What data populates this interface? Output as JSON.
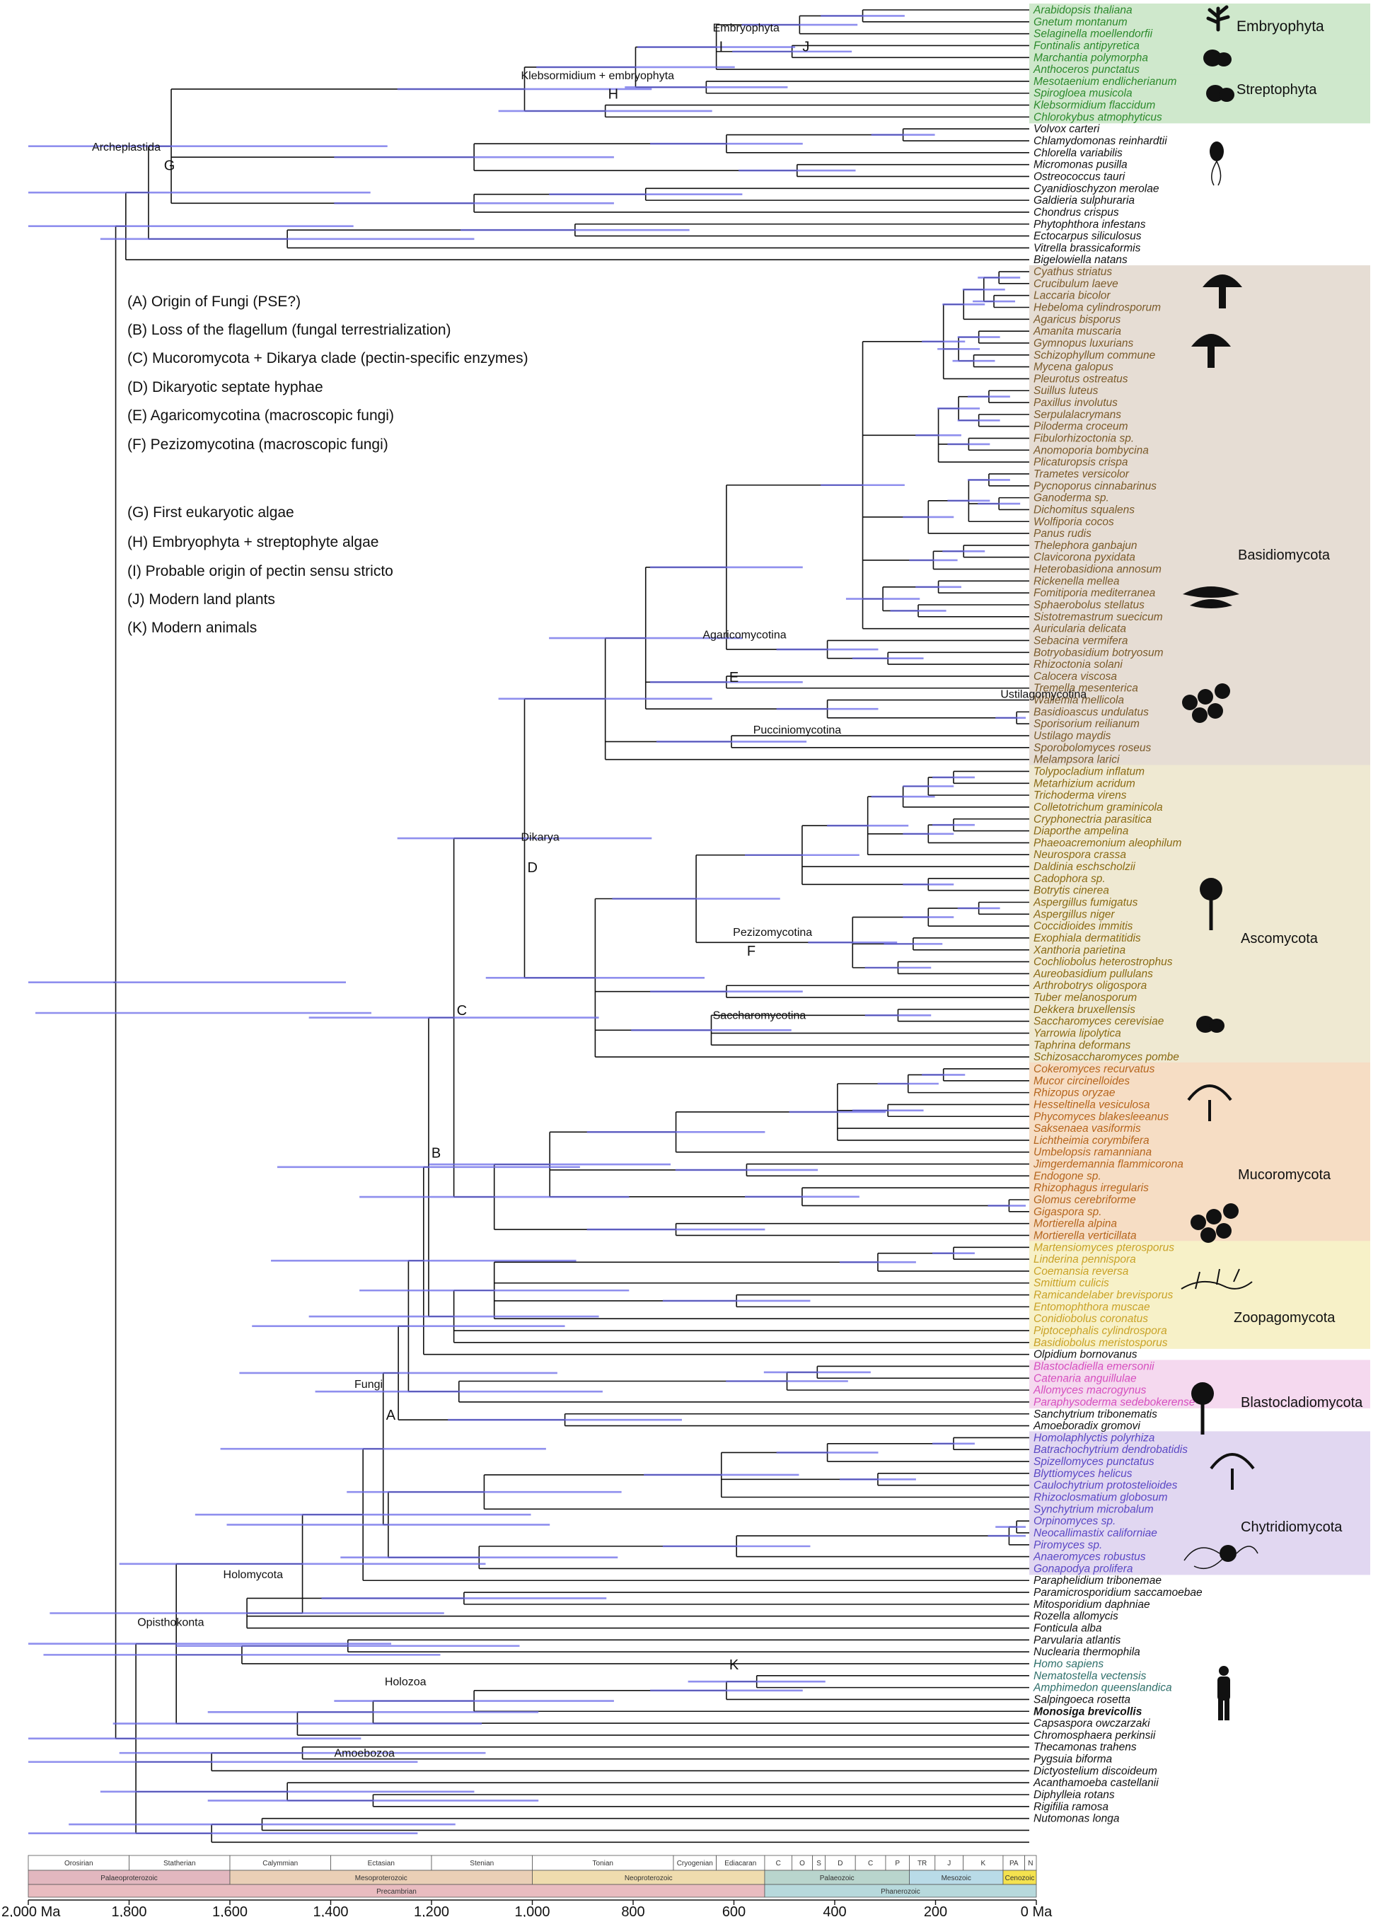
{
  "colors": {
    "branch": "#111111",
    "interval": "#6a6ae8",
    "green_bg": "#cfe8cc",
    "brown_bg": "#e6ddd4",
    "olive_bg": "#efe9d2",
    "orange_bg": "#f6ddc4",
    "yellow_bg": "#f7f1c8",
    "pink_bg": "#f5d9ef",
    "purple_bg": "#e1d7f1",
    "green_text": "#2d8a2d",
    "brown_text": "#7a5a2a",
    "olive_text": "#8a6a14",
    "orange_text": "#b5651d",
    "yellow_text": "#c9a227",
    "pink_text": "#d64fbf",
    "purple_text": "#5a47c4",
    "black_text": "#111111"
  },
  "leaves": [
    {
      "name": "Arabidopsis thaliana",
      "color": "green"
    },
    {
      "name": "Gnetum montanum",
      "color": "green"
    },
    {
      "name": "Selaginella moellendorfii",
      "color": "green"
    },
    {
      "name": "Fontinalis antipyretica",
      "color": "green"
    },
    {
      "name": "Marchantia polymorpha",
      "color": "green"
    },
    {
      "name": "Anthoceros punctatus",
      "color": "green"
    },
    {
      "name": "Mesotaenium endlicherianum",
      "color": "green"
    },
    {
      "name": "Spirogloea musicola",
      "color": "green"
    },
    {
      "name": "Klebsormidium flaccidum",
      "color": "green"
    },
    {
      "name": "Chlorokybus atmophyticus",
      "color": "green"
    },
    {
      "name": "Volvox carteri",
      "color": "black"
    },
    {
      "name": "Chlamydomonas reinhardtii",
      "color": "black"
    },
    {
      "name": "Chlorella variabilis",
      "color": "black"
    },
    {
      "name": "Micromonas pusilla",
      "color": "black"
    },
    {
      "name": "Ostreococcus tauri",
      "color": "black"
    },
    {
      "name": "Cyanidioschyzon merolae",
      "color": "black"
    },
    {
      "name": "Galdieria sulphuraria",
      "color": "black"
    },
    {
      "name": "Chondrus crispus",
      "color": "black"
    },
    {
      "name": "Phytophthora infestans",
      "color": "black"
    },
    {
      "name": "Ectocarpus siliculosus",
      "color": "black"
    },
    {
      "name": "Vitrella brassicaformis",
      "color": "black"
    },
    {
      "name": "Bigelowiella natans",
      "color": "black"
    },
    {
      "name": "Cyathus striatus",
      "color": "brown"
    },
    {
      "name": "Crucibulum laeve",
      "color": "brown"
    },
    {
      "name": "Laccaria bicolor",
      "color": "brown"
    },
    {
      "name": "Hebeloma cylindrosporum",
      "color": "brown"
    },
    {
      "name": "Agaricus bisporus",
      "color": "brown"
    },
    {
      "name": "Amanita muscaria",
      "color": "brown"
    },
    {
      "name": "Gymnopus luxurians",
      "color": "brown"
    },
    {
      "name": "Schizophyllum commune",
      "color": "brown"
    },
    {
      "name": "Mycena galopus",
      "color": "brown"
    },
    {
      "name": "Pleurotus ostreatus",
      "color": "brown"
    },
    {
      "name": "Suillus luteus",
      "color": "brown"
    },
    {
      "name": "Paxillus involutus",
      "color": "brown"
    },
    {
      "name": "Serpulalacrymans",
      "color": "brown"
    },
    {
      "name": "Piloderma croceum",
      "color": "brown"
    },
    {
      "name": "Fibulorhizoctonia sp.",
      "color": "brown"
    },
    {
      "name": "Anomoporia bombycina",
      "color": "brown"
    },
    {
      "name": "Plicaturopsis crispa",
      "color": "brown"
    },
    {
      "name": "Trametes versicolor",
      "color": "brown"
    },
    {
      "name": "Pycnoporus cinnabarinus",
      "color": "brown"
    },
    {
      "name": "Ganoderma sp.",
      "color": "brown"
    },
    {
      "name": "Dichomitus squalens",
      "color": "brown"
    },
    {
      "name": "Wolfiporia cocos",
      "color": "brown"
    },
    {
      "name": "Panus rudis",
      "color": "brown"
    },
    {
      "name": "Thelephora ganbajun",
      "color": "brown"
    },
    {
      "name": "Clavicorona pyxidata",
      "color": "brown"
    },
    {
      "name": "Heterobasidiona annosum",
      "color": "brown"
    },
    {
      "name": "Rickenella mellea",
      "color": "brown"
    },
    {
      "name": "Fomitiporia mediterranea",
      "color": "brown"
    },
    {
      "name": "Sphaerobolus stellatus",
      "color": "brown"
    },
    {
      "name": "Sistotremastrum suecicum",
      "color": "brown"
    },
    {
      "name": "Auricularia delicata",
      "color": "brown"
    },
    {
      "name": "Sebacina vermifera",
      "color": "brown"
    },
    {
      "name": "Botryobasidium botryosum",
      "color": "brown"
    },
    {
      "name": "Rhizoctonia solani",
      "color": "brown"
    },
    {
      "name": "Calocera viscosa",
      "color": "brown"
    },
    {
      "name": "Tremella mesenterica",
      "color": "brown"
    },
    {
      "name": "Wallemia mellicola",
      "color": "brown"
    },
    {
      "name": "Basidioascus undulatus",
      "color": "brown"
    },
    {
      "name": "Sporisorium reilianum",
      "color": "brown"
    },
    {
      "name": "Ustilago maydis",
      "color": "brown"
    },
    {
      "name": "Sporobolomyces roseus",
      "color": "brown"
    },
    {
      "name": "Melampsora larici",
      "color": "brown"
    },
    {
      "name": "Tolypocladium inflatum",
      "color": "olive"
    },
    {
      "name": "Metarhizium acridum",
      "color": "olive"
    },
    {
      "name": "Trichoderma virens",
      "color": "olive"
    },
    {
      "name": "Colletotrichum graminicola",
      "color": "olive"
    },
    {
      "name": "Cryphonectria parasitica",
      "color": "olive"
    },
    {
      "name": "Diaporthe ampelina",
      "color": "olive"
    },
    {
      "name": "Phaeoacremonium aleophilum",
      "color": "olive"
    },
    {
      "name": "Neurospora crassa",
      "color": "olive"
    },
    {
      "name": "Daldinia eschscholzii",
      "color": "olive"
    },
    {
      "name": "Cadophora sp.",
      "color": "olive"
    },
    {
      "name": "Botrytis cinerea",
      "color": "olive"
    },
    {
      "name": "Aspergillus fumigatus",
      "color": "olive"
    },
    {
      "name": "Aspergillus niger",
      "color": "olive"
    },
    {
      "name": "Coccidioides immitis",
      "color": "olive"
    },
    {
      "name": "Exophiala dermatitidis",
      "color": "olive"
    },
    {
      "name": "Xanthoria parietina",
      "color": "olive"
    },
    {
      "name": "Cochliobolus heterostrophus",
      "color": "olive"
    },
    {
      "name": "Aureobasidium pullulans",
      "color": "olive"
    },
    {
      "name": "Arthrobotrys oligospora",
      "color": "olive"
    },
    {
      "name": "Tuber melanosporum",
      "color": "olive"
    },
    {
      "name": "Dekkera bruxellensis",
      "color": "olive"
    },
    {
      "name": "Saccharomyces cerevisiae",
      "color": "olive"
    },
    {
      "name": "Yarrowia lipolytica",
      "color": "olive"
    },
    {
      "name": "Taphrina deformans",
      "color": "olive"
    },
    {
      "name": "Schizosaccharomyces pombe",
      "color": "olive"
    },
    {
      "name": "Cokeromyces recurvatus",
      "color": "orange"
    },
    {
      "name": "Mucor circinelloides",
      "color": "orange"
    },
    {
      "name": "Rhizopus oryzae",
      "color": "orange"
    },
    {
      "name": "Hesseltinella vesiculosa",
      "color": "orange"
    },
    {
      "name": "Phycomyces blakesleeanus",
      "color": "orange"
    },
    {
      "name": "Saksenaea vasiformis",
      "color": "orange"
    },
    {
      "name": "Lichtheimia corymbifera",
      "color": "orange"
    },
    {
      "name": "Umbelopsis ramanniana",
      "color": "orange"
    },
    {
      "name": "Jimgerdemannia flammicorona",
      "color": "orange"
    },
    {
      "name": "Endogone sp.",
      "color": "orange"
    },
    {
      "name": "Rhizophagus irregularis",
      "color": "orange"
    },
    {
      "name": "Glomus cerebriforme",
      "color": "orange"
    },
    {
      "name": "Gigaspora sp.",
      "color": "orange"
    },
    {
      "name": "Mortierella alpina",
      "color": "orange"
    },
    {
      "name": "Mortierella verticillata",
      "color": "orange"
    },
    {
      "name": "Martensiomyces pterosporus",
      "color": "yellow"
    },
    {
      "name": "Linderina pennispora",
      "color": "yellow"
    },
    {
      "name": "Coemansia reversa",
      "color": "yellow"
    },
    {
      "name": "Smittium culicis",
      "color": "yellow"
    },
    {
      "name": "Ramicandelaber brevisporus",
      "color": "yellow"
    },
    {
      "name": "Entomophthora muscae",
      "color": "yellow"
    },
    {
      "name": "Conidiobolus coronatus",
      "color": "yellow"
    },
    {
      "name": "Piptocephalis cylindrospora",
      "color": "yellow"
    },
    {
      "name": "Basidiobolus meristosporus",
      "color": "yellow"
    },
    {
      "name": "Olpidium bornovanus",
      "color": "black"
    },
    {
      "name": "Blastocladiella emersonii",
      "color": "pink"
    },
    {
      "name": "Catenaria anguillulae",
      "color": "pink"
    },
    {
      "name": "Allomyces macrogynus",
      "color": "pink"
    },
    {
      "name": "Paraphysoderma sedebokerense",
      "color": "pink"
    },
    {
      "name": "Sanchytrium tribonematis",
      "color": "black"
    },
    {
      "name": "Amoeboradix gromovi",
      "color": "black"
    },
    {
      "name": "Homolaphlyctis polyrhiza",
      "color": "purple"
    },
    {
      "name": "Batrachochytrium dendrobatidis",
      "color": "purple"
    },
    {
      "name": "Spizellomyces punctatus",
      "color": "purple"
    },
    {
      "name": "Blyttiomyces helicus",
      "color": "purple"
    },
    {
      "name": "Caulochytrium protostelioides",
      "color": "purple"
    },
    {
      "name": "Rhizoclosmatium globosum",
      "color": "purple"
    },
    {
      "name": "Synchytrium microbalum",
      "color": "purple"
    },
    {
      "name": "Orpinomyces sp.",
      "color": "purple"
    },
    {
      "name": "Neocallimastix californiae",
      "color": "purple"
    },
    {
      "name": "Piromyces sp.",
      "color": "purple"
    },
    {
      "name": "Anaeromyces robustus",
      "color": "purple"
    },
    {
      "name": "Gonapodya prolifera",
      "color": "purple"
    },
    {
      "name": "Paraphelidium tribonemae",
      "color": "black"
    },
    {
      "name": "Paramicrosporidium saccamoebae",
      "color": "black"
    },
    {
      "name": "Mitosporidium daphniae",
      "color": "black"
    },
    {
      "name": "Rozella allomycis",
      "color": "black"
    },
    {
      "name": "Fonticula alba",
      "color": "black"
    },
    {
      "name": "Parvularia atlantis",
      "color": "black"
    },
    {
      "name": "Nuclearia thermophila",
      "color": "black"
    },
    {
      "name": "Homo sapiens",
      "color": "teal"
    },
    {
      "name": "Nematostella vectensis",
      "color": "teal"
    },
    {
      "name": "Amphimedon queenslandica",
      "color": "teal"
    },
    {
      "name": "Salpingoeca rosetta",
      "color": "black"
    },
    {
      "name": "Monosiga brevicollis",
      "color": "bold"
    },
    {
      "name": "Capsaspora owczarzaki",
      "color": "black"
    },
    {
      "name": "Chromosphaera perkinsii",
      "color": "black"
    },
    {
      "name": "Thecamonas trahens",
      "color": "black"
    },
    {
      "name": "Pygsuia biforma",
      "color": "black"
    },
    {
      "name": "Dictyostelium discoideum",
      "color": "black"
    },
    {
      "name": "Acanthamoeba castellanii",
      "color": "black"
    },
    {
      "name": "Diphylleia rotans",
      "color": "black"
    },
    {
      "name": "Rigifilia ramosa",
      "color": "black"
    },
    {
      "name": "Nutomonas longa",
      "color": "black"
    }
  ],
  "groups": [
    {
      "name": "Embryophyta",
      "color": "green_bg",
      "from": 0,
      "to": 5
    },
    {
      "name": "Streptophyta",
      "color": "green_bg",
      "from": 6,
      "to": 9
    },
    {
      "name": "Basidiomycota",
      "color": "brown_bg",
      "from": 22,
      "to": 63
    },
    {
      "name": "Ascomycota",
      "color": "olive_bg",
      "from": 64,
      "to": 88
    },
    {
      "name": "Mucoromycota",
      "color": "orange_bg",
      "from": 89,
      "to": 103
    },
    {
      "name": "Zoopagomycota",
      "color": "yellow_bg",
      "from": 104,
      "to": 112
    },
    {
      "name": "Blastocladiomycota",
      "color": "pink_bg",
      "from": 114,
      "to": 117
    },
    {
      "name": "Chytridiomycota",
      "color": "purple_bg",
      "from": 120,
      "to": 131
    }
  ],
  "clade_labels": [
    {
      "text": "Embryophyta",
      "age": 620,
      "leaf": 2
    },
    {
      "text": "Klebsormidium + embryophyta",
      "age": 1000,
      "leaf": 6
    },
    {
      "text": "Archeplastida",
      "age": 1850,
      "leaf": 12
    },
    {
      "text": "Agaricomycotina",
      "age": 640,
      "leaf": 53
    },
    {
      "text": "Ustilagomycotina",
      "age": 50,
      "leaf": 58
    },
    {
      "text": "Pucciniomycotina",
      "age": 540,
      "leaf": 61
    },
    {
      "text": "Dikarya",
      "age": 1000,
      "leaf": 70
    },
    {
      "text": "Pezizomycotina",
      "age": 580,
      "leaf": 78
    },
    {
      "text": "Saccharomycotina",
      "age": 620,
      "leaf": 85
    },
    {
      "text": "Fungi",
      "age": 1330,
      "leaf": 116
    },
    {
      "text": "Holomycota",
      "age": 1590,
      "leaf": 132
    },
    {
      "text": "Opisthokonta",
      "age": 1760,
      "leaf": 136
    },
    {
      "text": "Holozoa",
      "age": 1270,
      "leaf": 141
    },
    {
      "text": "Amoebozoa",
      "age": 1370,
      "leaf": 147
    }
  ],
  "node_letters": [
    {
      "text": "A",
      "age": 1280,
      "leaf": 118
    },
    {
      "text": "B",
      "age": 1190,
      "leaf": 96
    },
    {
      "text": "C",
      "age": 1140,
      "leaf": 84
    },
    {
      "text": "D",
      "age": 1000,
      "leaf": 72
    },
    {
      "text": "E",
      "age": 600,
      "leaf": 56
    },
    {
      "text": "F",
      "age": 565,
      "leaf": 79
    },
    {
      "text": "G",
      "age": 1720,
      "leaf": 13
    },
    {
      "text": "H",
      "age": 840,
      "leaf": 7
    },
    {
      "text": "I",
      "age": 620,
      "leaf": 3
    },
    {
      "text": "J",
      "age": 455,
      "leaf": 3
    },
    {
      "text": "K",
      "age": 600,
      "leaf": 139
    }
  ],
  "legend": [
    "(A) Origin of Fungi (PSE?)",
    "(B) Loss of the flagellum (fungal terrestrialization)",
    "(C) Mucoromycota + Dikarya clade (pectin-specific enzymes)",
    "(D) Dikaryotic septate hyphae",
    "(E) Agaricomycotina (macroscopic fungi)",
    "(F) Pezizomycotina (macroscopic fungi)",
    "(G) First eukaryotic algae",
    "(H) Embryophyta + streptophyte algae",
    "(I) Probable origin of pectin sensu stricto",
    "(J) Modern land plants",
    "(K) Modern animals"
  ],
  "time_axis": {
    "unit": "Ma",
    "range": [
      2000,
      0
    ],
    "ticks": [
      {
        "value": 2000,
        "label": "2,000 Ma"
      },
      {
        "value": 1800,
        "label": "1,800"
      },
      {
        "value": 1600,
        "label": "1,600"
      },
      {
        "value": 1400,
        "label": "1,400"
      },
      {
        "value": 1200,
        "label": "1,200"
      },
      {
        "value": 1000,
        "label": "1,000"
      },
      {
        "value": 800,
        "label": "800"
      },
      {
        "value": 600,
        "label": "600"
      },
      {
        "value": 400,
        "label": "400"
      },
      {
        "value": 200,
        "label": "200"
      },
      {
        "value": 0,
        "label": "0 Ma"
      }
    ],
    "periods": [
      {
        "name": "Orosirian",
        "start": 2000,
        "end": 1800
      },
      {
        "name": "Statherian",
        "start": 1800,
        "end": 1600
      },
      {
        "name": "Calymmian",
        "start": 1600,
        "end": 1400
      },
      {
        "name": "Ectasian",
        "start": 1400,
        "end": 1200
      },
      {
        "name": "Stenian",
        "start": 1200,
        "end": 1000
      },
      {
        "name": "Tonian",
        "start": 1000,
        "end": 720
      },
      {
        "name": "Cryogenian",
        "start": 720,
        "end": 635
      },
      {
        "name": "Ediacaran",
        "start": 635,
        "end": 539
      },
      {
        "name": "C",
        "start": 539,
        "end": 485
      },
      {
        "name": "O",
        "start": 485,
        "end": 444
      },
      {
        "name": "S",
        "start": 444,
        "end": 419
      },
      {
        "name": "D",
        "start": 419,
        "end": 359
      },
      {
        "name": "C",
        "start": 359,
        "end": 299
      },
      {
        "name": "P",
        "start": 299,
        "end": 252
      },
      {
        "name": "TR",
        "start": 252,
        "end": 201
      },
      {
        "name": "J",
        "start": 201,
        "end": 145
      },
      {
        "name": "K",
        "start": 145,
        "end": 66
      },
      {
        "name": "PA",
        "start": 66,
        "end": 23
      },
      {
        "name": "N",
        "start": 23,
        "end": 0
      }
    ],
    "eras": [
      {
        "name": "Palaeoproterozoic",
        "start": 2000,
        "end": 1600,
        "color": "#e2b7bf"
      },
      {
        "name": "Mesoproterozoic",
        "start": 1600,
        "end": 1000,
        "color": "#eacfb6"
      },
      {
        "name": "Neoproterozoic",
        "start": 1000,
        "end": 539,
        "color": "#efdcae"
      },
      {
        "name": "Palaeozoic",
        "start": 539,
        "end": 252,
        "color": "#b9d5cd"
      },
      {
        "name": "Mesozoic",
        "start": 252,
        "end": 66,
        "color": "#b9dbe8"
      },
      {
        "name": "Cenozoic",
        "start": 66,
        "end": 0,
        "color": "#f4e24f"
      }
    ],
    "eons": [
      {
        "name": "Precambrian",
        "start": 2000,
        "end": 539,
        "color": "#e9bcc0"
      },
      {
        "name": "Phanerozoic",
        "start": 539,
        "end": 0,
        "color": "#b7d9dc"
      }
    ]
  }
}
